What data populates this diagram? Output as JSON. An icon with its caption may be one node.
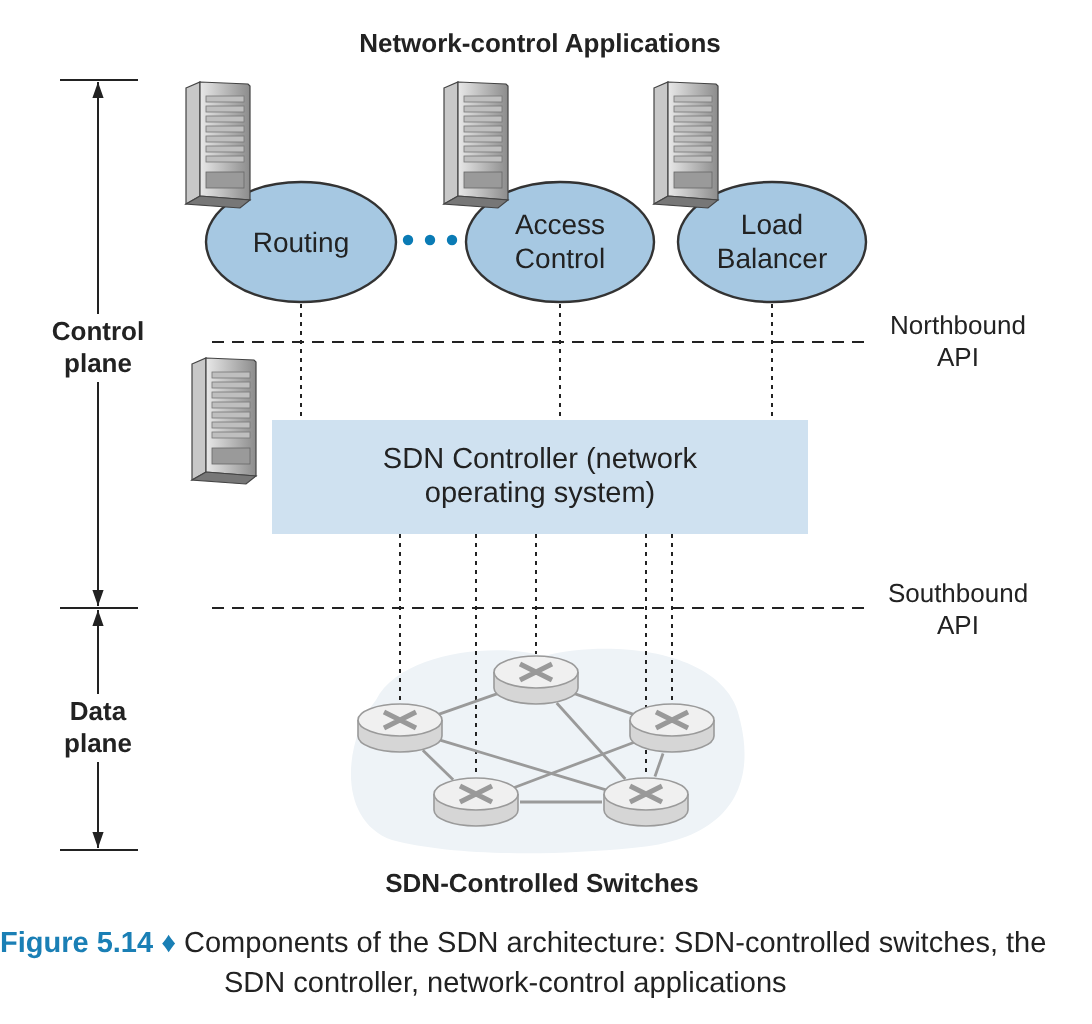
{
  "diagram": {
    "caption": "**Figure 5.14 ♦** Components of the SDN architecture: SDN-controlled switches, the SDN controller, network-control applications",
    "nodes": [
      {
        "text": [
          "Routing"
        ]
      },
      {
        "text": [
          "Access Control"
        ]
      },
      {
        "text": [
          "Load Balancer"
        ]
      },
      {
        "text": [
          "SDN Controller (network operating system)"
        ]
      },
      {
        "text": [
          "SDN-Controlled Switches"
        ]
      },
      {
        "text": [],
        "shape": "switch",
        "in": 4
      },
      {
        "text": [],
        "shape": "switch",
        "in": 4
      },
      {
        "text": [],
        "shape": "switch",
        "in": 4
      },
      {
        "text": [],
        "shape": "switch",
        "in": 4
      },
      {
        "text": [],
        "shape": "switch",
        "in": 4
      }
    ],
    "edges": [
      {
        "from": 0,
        "to": 3,
        "arrow": "none",
        "style": "dashed"
      },
      {
        "from": 1,
        "to": 3,
        "arrow": "none",
        "style": "dashed"
      },
      {
        "from": 2,
        "to": 3,
        "arrow": "none",
        "style": "dashed"
      },
      {
        "from": 3,
        "to": 6,
        "arrow": "none",
        "style": "dashed"
      },
      {
        "from": 3,
        "to": 8,
        "arrow": "none",
        "style": "dashed"
      },
      {
        "from": 3,
        "to": 5,
        "arrow": "none",
        "style": "dashed"
      },
      {
        "from": 3,
        "to": 9,
        "arrow": "none",
        "style": "dashed"
      },
      {
        "from": 3,
        "to": 7,
        "arrow": "none",
        "style": "dashed"
      },
      {
        "from": 6,
        "to": 5,
        "arrow": "none",
        "color": "#9a9a9a"
      },
      {
        "from": 5,
        "to": 7,
        "arrow": "none",
        "color": "#9a9a9a"
      },
      {
        "from": 6,
        "to": 8,
        "arrow": "none",
        "color": "#9a9a9a"
      },
      {
        "from": 6,
        "to": 9,
        "arrow": "none",
        "color": "#9a9a9a"
      },
      {
        "from": 5,
        "to": 9,
        "arrow": "none",
        "color": "#9a9a9a"
      },
      {
        "from": 7,
        "to": 8,
        "arrow": "none",
        "color": "#9a9a9a"
      },
      {
        "from": 7,
        "to": 9,
        "arrow": "none",
        "color": "#9a9a9a"
      },
      {
        "from": 8,
        "to": 9,
        "arrow": "none",
        "color": "#9a9a9a"
      }
    ],
    "labels": [
      "Network-control Applications",
      "Control plane",
      "Northbound API",
      "Southbound API",
      "Data plane"
    ]
  }
}
